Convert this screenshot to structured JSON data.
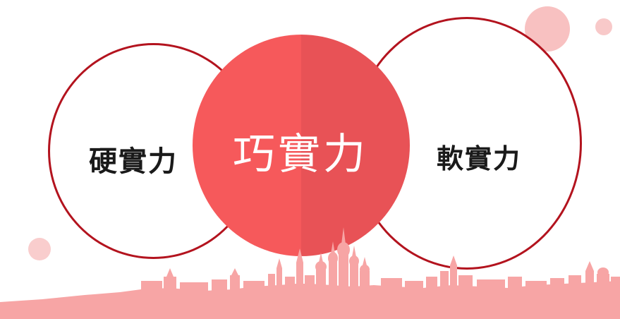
{
  "diagram": {
    "left_circle": {
      "label": "硬實力"
    },
    "center_circle": {
      "label": "巧實力"
    },
    "right_circle": {
      "label": "軟實力"
    }
  },
  "colors": {
    "ring_border": "#b3131e",
    "center_fill": "#f6595b",
    "center_fill_shade": "#e85256",
    "skyline": "#f7a5a5",
    "decor_dots": "#f8c1c1"
  },
  "icons": {
    "skyline": "city-skyline-silhouette"
  }
}
